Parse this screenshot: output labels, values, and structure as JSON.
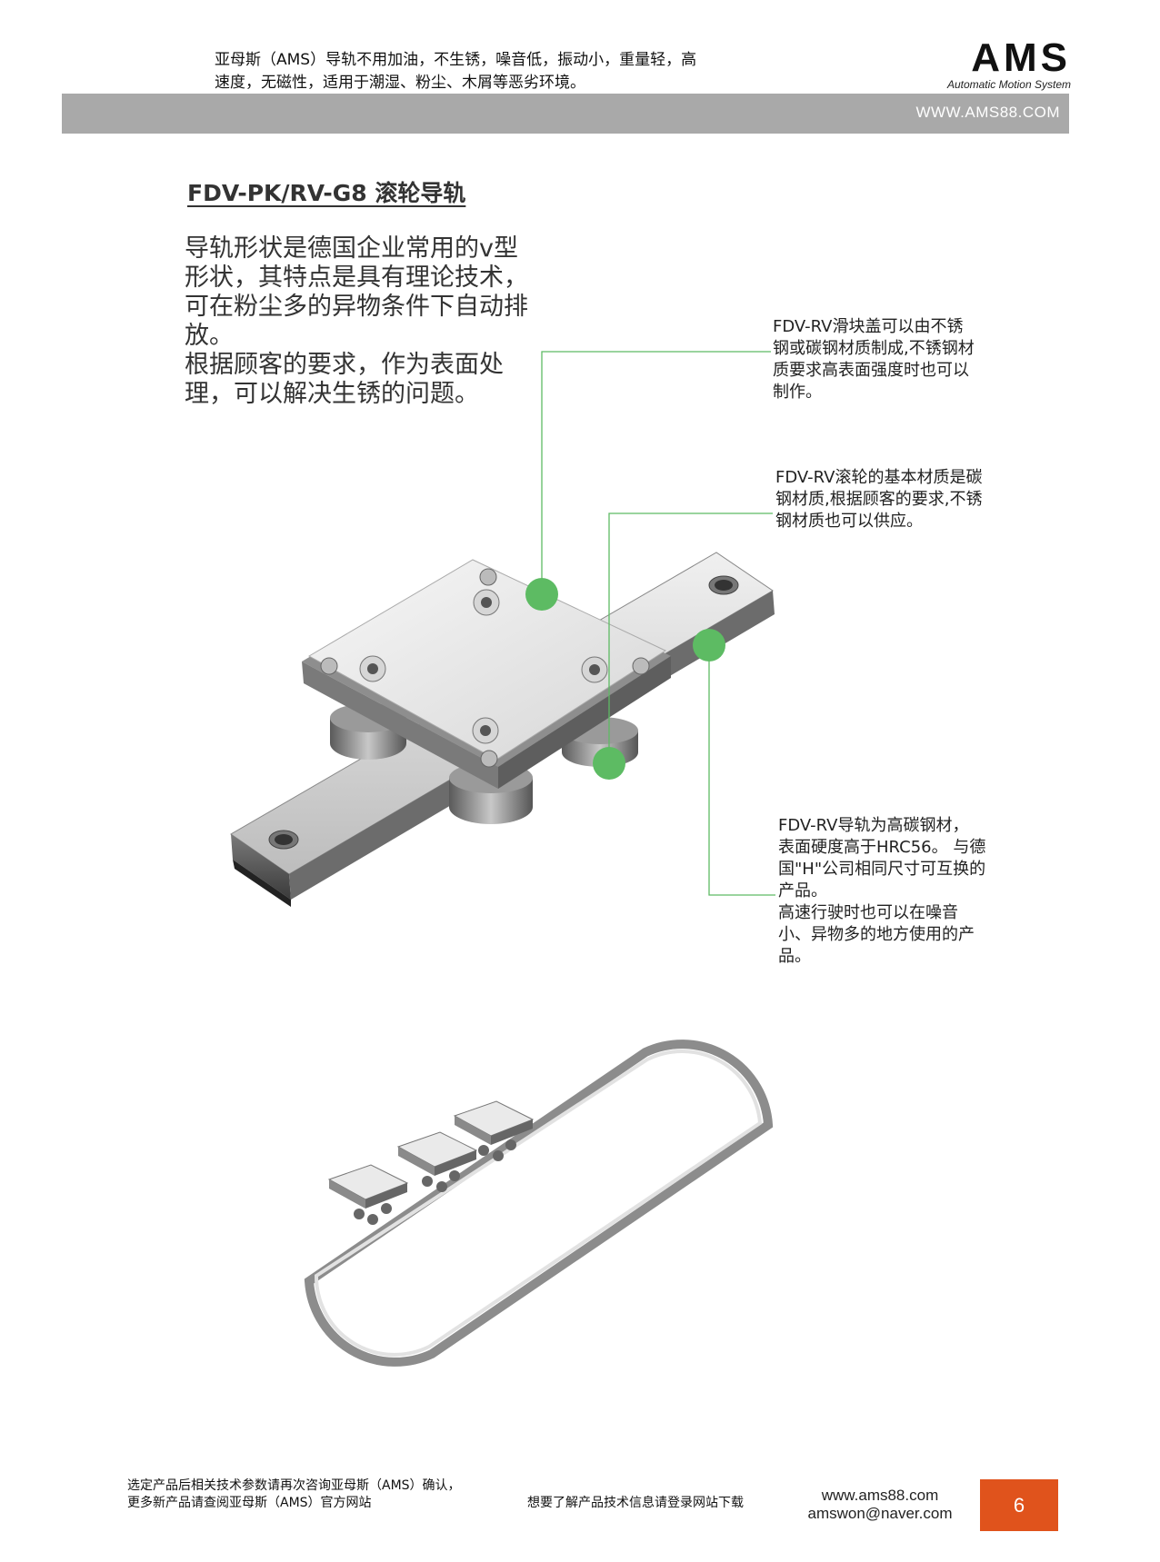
{
  "header": {
    "tagline": "亚母斯（AMS）导轨不用加油，不生锈，噪音低，振动小，重量轻，高速度，无磁性，适用于潮湿、粉尘、木屑等恶劣环境。",
    "logo_text": "AMS",
    "logo_subtitle": "Automatic Motion System",
    "website": "WWW.AMS88.COM"
  },
  "title": "FDV-PK/RV-G8 滚轮导轨",
  "intro": [
    "导轨形状是德国企业常用的v型",
    "形状，其特点是具有理论技术，",
    "可在粉尘多的异物条件下自动排",
    "放。",
    "根据顾客的要求，作为表面处",
    "理，可以解决生锈的问题。"
  ],
  "callouts": {
    "cover": [
      "FDV-RV滑块盖可以由不锈",
      "钢或碳钢材质制成,不锈钢材",
      "质要求高表面强度时也可以",
      "制作。"
    ],
    "roller": [
      "FDV-RV滚轮的基本材质是碳",
      "钢材质,根据顾客的要求,不锈",
      "钢材质也可以供应。"
    ],
    "rail": [
      "FDV-RV导轨为高碳钢材，",
      "表面硬度高于HRC56。 与德",
      "国\"H\"公司相同尺寸可互换的",
      "产品。",
      "高速行驶时也可以在噪音",
      "小、异物多的地方使用的产",
      "品。"
    ]
  },
  "colors": {
    "accent_green": "#5dbb63",
    "header_bar": "#a9a9a9",
    "page_box": "#e0531c"
  },
  "footer": {
    "left": [
      "选定产品后相关技术参数请再次咨询亚母斯（AMS）确认，",
      "更多新产品请查阅亚母斯（AMS）官方网站"
    ],
    "middle": "想要了解产品技术信息请登录网站下载",
    "website": "www.ams88.com",
    "email": "amswon@naver.com",
    "page_number": "6"
  }
}
